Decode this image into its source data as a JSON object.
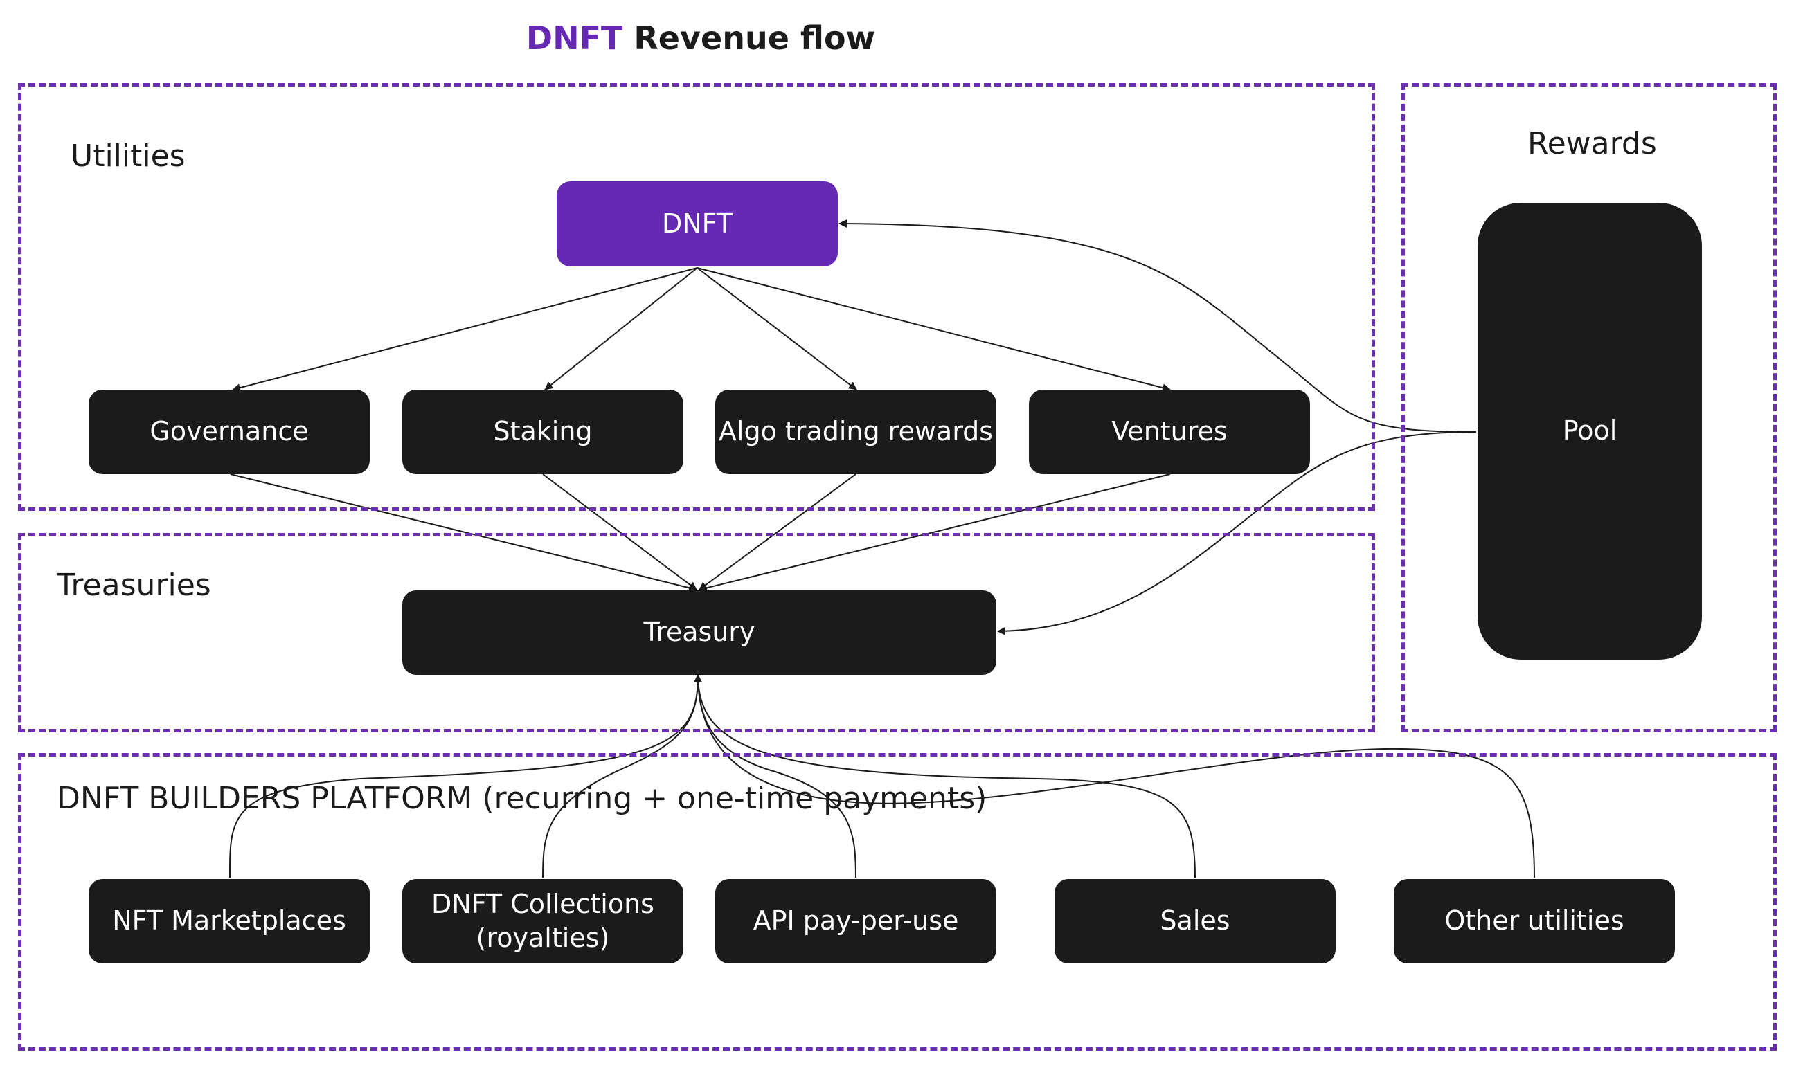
{
  "title": {
    "brand": "DNFT",
    "rest": "Revenue flow"
  },
  "colors": {
    "accent": "#6629b3",
    "node": "#1b1b1b",
    "border": "#6a30b0",
    "edge": "#1b1b1b"
  },
  "groups": {
    "utilities": "Utilities",
    "rewards": "Rewards",
    "treasuries": "Treasuries",
    "builders": "DNFT BUILDERS PLATFORM (recurring + one-time payments)"
  },
  "nodes": {
    "dnft": "DNFT",
    "governance": "Governance",
    "staking": "Staking",
    "algo": "Algo trading rewards",
    "ventures": "Ventures",
    "treasury": "Treasury",
    "pool": "Pool",
    "nft_marketplaces": "NFT Marketplaces",
    "dnft_collections_line1": "DNFT Collections",
    "dnft_collections_line2": "(royalties)",
    "api": "API pay-per-use",
    "sales": "Sales",
    "other": "Other utilities"
  },
  "edges": [
    {
      "from": "DNFT",
      "to": "Governance"
    },
    {
      "from": "DNFT",
      "to": "Staking"
    },
    {
      "from": "DNFT",
      "to": "Algo trading rewards"
    },
    {
      "from": "DNFT",
      "to": "Ventures"
    },
    {
      "from": "Governance",
      "to": "Treasury"
    },
    {
      "from": "Staking",
      "to": "Treasury"
    },
    {
      "from": "Algo trading rewards",
      "to": "Treasury"
    },
    {
      "from": "Ventures",
      "to": "Treasury"
    },
    {
      "from": "Pool",
      "to": "DNFT"
    },
    {
      "from": "Pool",
      "to": "Treasury"
    },
    {
      "from": "NFT Marketplaces",
      "to": "Treasury"
    },
    {
      "from": "DNFT Collections",
      "to": "Treasury"
    },
    {
      "from": "API pay-per-use",
      "to": "Treasury"
    },
    {
      "from": "Sales",
      "to": "Treasury"
    },
    {
      "from": "Other utilities",
      "to": "Treasury"
    }
  ]
}
